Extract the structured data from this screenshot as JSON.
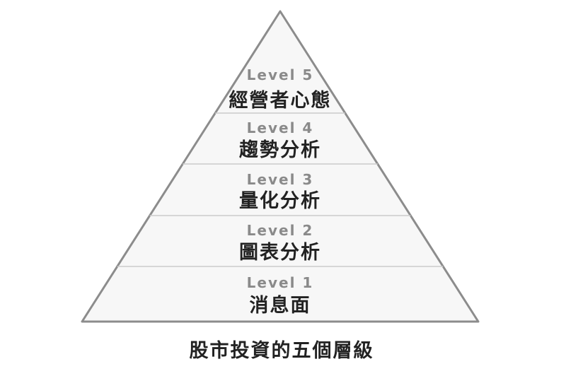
{
  "diagram": {
    "title": "股市投資的五個層級",
    "levels": [
      {
        "label": "Level 5",
        "name": "經營者心態"
      },
      {
        "label": "Level 4",
        "name": "趨勢分析"
      },
      {
        "label": "Level 3",
        "name": "量化分析"
      },
      {
        "label": "Level 2",
        "name": "圖表分析"
      },
      {
        "label": "Level 1",
        "name": "消息面"
      }
    ],
    "colors": {
      "pyramid_fill": "#f7f7f7",
      "pyramid_stroke": "#8c8c8c",
      "divider_line": "#cccccc",
      "level_label_text": "#8a8a8a",
      "level_name_text": "#222222",
      "title_text": "#222222",
      "background": "#ffffff"
    }
  }
}
